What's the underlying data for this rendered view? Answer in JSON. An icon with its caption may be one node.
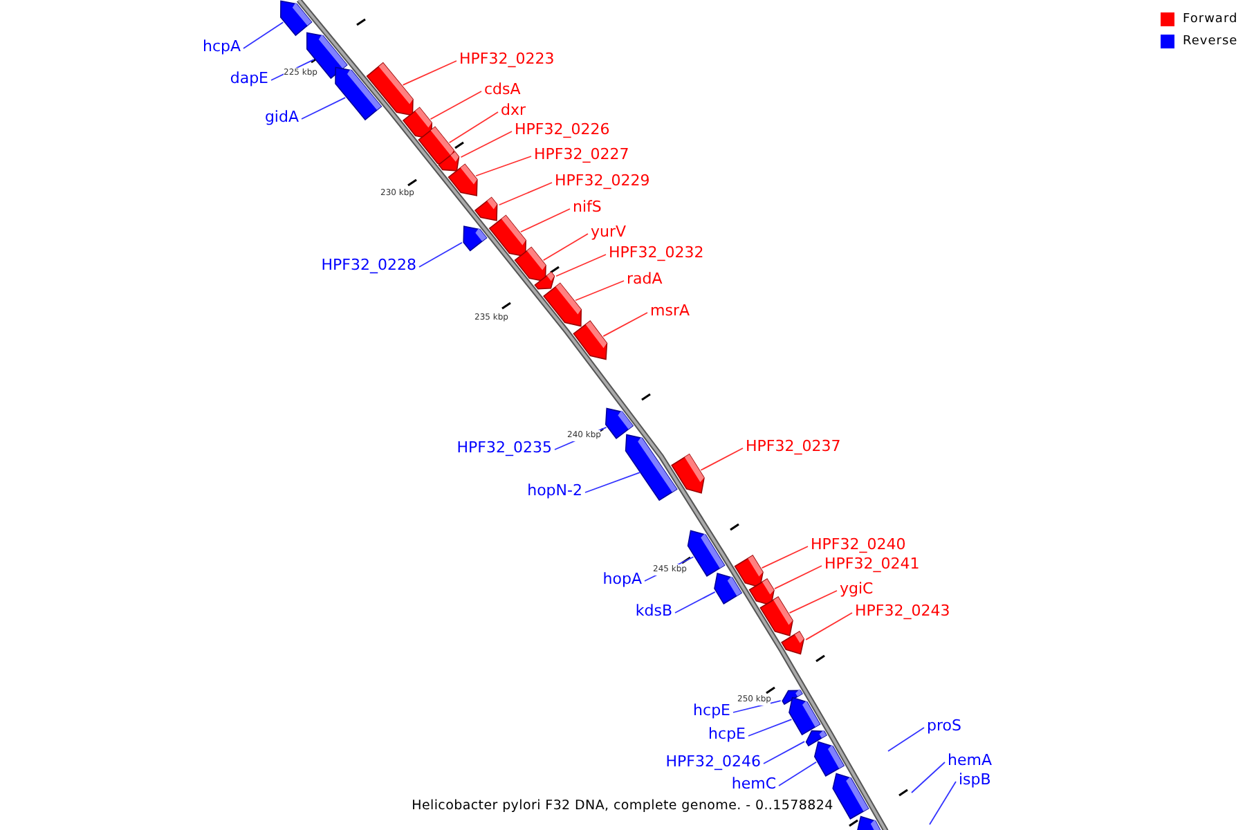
{
  "diagram": {
    "caption": "Helicobacter pylori F32 DNA, complete genome. - 0..1578824",
    "nodes": [
      {
        "text": [
          "hcpA"
        ]
      },
      {
        "text": [
          "HPF32_0223"
        ]
      },
      {
        "text": [
          "dapE"
        ]
      },
      {
        "text": [
          "cdsA"
        ]
      },
      {
        "text": [
          "dxr"
        ]
      },
      {
        "text": [
          "gidA"
        ]
      },
      {
        "text": [
          "HPF32_0226"
        ]
      },
      {
        "text": [
          "HPF32_0227"
        ]
      },
      {
        "text": [
          "HPF32_0229"
        ]
      },
      {
        "text": [
          "nifS"
        ]
      },
      {
        "text": [
          "yurV"
        ]
      },
      {
        "text": [
          "HPF32_0232"
        ]
      },
      {
        "text": [
          "HPF32_0228"
        ]
      },
      {
        "text": [
          "radA"
        ]
      },
      {
        "text": [
          "msrA"
        ]
      },
      {
        "text": [
          "HPF32_0237"
        ]
      },
      {
        "text": [
          "HPF32_0235"
        ]
      },
      {
        "text": [
          "hopN-2"
        ]
      },
      {
        "text": [
          "HPF32_0240"
        ]
      },
      {
        "text": [
          "HPF32_0241"
        ]
      },
      {
        "text": [
          "hopA"
        ]
      },
      {
        "text": [
          "ygiC"
        ]
      },
      {
        "text": [
          "kdsB"
        ]
      },
      {
        "text": [
          "HPF32_0243"
        ]
      },
      {
        "text": [
          "hcpE"
        ]
      },
      {
        "text": [
          "proS"
        ]
      },
      {
        "text": [
          "hcpE"
        ]
      },
      {
        "text": [
          "HPF32_0246"
        ]
      },
      {
        "text": [
          "hemA"
        ]
      },
      {
        "text": [
          "ispB"
        ]
      },
      {
        "text": [
          "hemC"
        ]
      },
      {
        "text": [],
        "shape": "box"
      },
      {
        "text": [],
        "shape": "box"
      },
      {
        "text": [],
        "shape": "box"
      },
      {
        "text": [],
        "shape": "box"
      },
      {
        "text": [],
        "shape": "box"
      },
      {
        "text": [],
        "shape": "box"
      },
      {
        "text": [],
        "shape": "box"
      },
      {
        "text": [],
        "shape": "box"
      },
      {
        "text": [],
        "shape": "box"
      },
      {
        "text": [],
        "shape": "box"
      },
      {
        "text": [],
        "shape": "box"
      },
      {
        "text": [],
        "shape": "box"
      },
      {
        "text": [],
        "shape": "box"
      },
      {
        "text": [],
        "shape": "box"
      },
      {
        "text": [],
        "shape": "box"
      },
      {
        "text": [],
        "shape": "box"
      },
      {
        "text": [],
        "shape": "box"
      },
      {
        "text": [],
        "shape": "box"
      },
      {
        "text": [],
        "shape": "box"
      },
      {
        "text": [],
        "shape": "box"
      },
      {
        "text": [],
        "shape": "box"
      },
      {
        "text": [],
        "shape": "box"
      },
      {
        "text": [],
        "shape": "box"
      },
      {
        "text": [],
        "shape": "box"
      },
      {
        "text": [],
        "shape": "box"
      },
      {
        "text": [],
        "shape": "box"
      },
      {
        "text": [],
        "shape": "box"
      },
      {
        "text": [],
        "shape": "box"
      },
      {
        "text": [],
        "shape": "box"
      },
      {
        "text": [],
        "shape": "box"
      }
    ],
    "edges": [
      {
        "from": 0,
        "to": 31,
        "arrow": "none",
        "color": "#3333ff"
      },
      {
        "from": 1,
        "to": 34,
        "arrow": "none"
      },
      {
        "from": 2,
        "to": 32,
        "arrow": "none",
        "color": "#3333ff"
      },
      {
        "from": 3,
        "to": 35,
        "arrow": "none"
      },
      {
        "from": 4,
        "to": 36,
        "arrow": "none"
      },
      {
        "from": 5,
        "to": 33,
        "arrow": "none",
        "color": "#3333ff"
      },
      {
        "from": 6,
        "to": 37,
        "arrow": "none"
      },
      {
        "from": 7,
        "to": 38,
        "arrow": "none"
      },
      {
        "from": 8,
        "to": 39,
        "arrow": "none"
      },
      {
        "from": 9,
        "to": 41,
        "arrow": "none"
      },
      {
        "from": 10,
        "to": 42,
        "arrow": "none"
      },
      {
        "from": 11,
        "to": 43,
        "arrow": "none"
      },
      {
        "from": 12,
        "to": 40,
        "arrow": "none",
        "color": "#3333ff"
      },
      {
        "from": 13,
        "to": 44,
        "arrow": "none"
      },
      {
        "from": 14,
        "to": 45,
        "arrow": "none"
      },
      {
        "from": 15,
        "to": 48,
        "arrow": "none"
      },
      {
        "from": 16,
        "to": 46,
        "arrow": "none",
        "color": "#3333ff"
      },
      {
        "from": 17,
        "to": 47,
        "arrow": "none",
        "color": "#3333ff"
      },
      {
        "from": 18,
        "to": 51,
        "arrow": "none"
      },
      {
        "from": 19,
        "to": 52,
        "arrow": "none"
      },
      {
        "from": 20,
        "to": 49,
        "arrow": "none",
        "color": "#3333ff"
      },
      {
        "from": 21,
        "to": 53,
        "arrow": "none"
      },
      {
        "from": 22,
        "to": 50,
        "arrow": "none",
        "color": "#3333ff"
      },
      {
        "from": 23,
        "to": 54,
        "arrow": "none"
      },
      {
        "from": 24,
        "to": 55,
        "arrow": "none",
        "color": "#3333ff"
      },
      {
        "from": 25,
        "to": null,
        "arrow": "none",
        "color": "#3333ff"
      },
      {
        "from": 26,
        "to": 56,
        "arrow": "none",
        "color": "#3333ff"
      },
      {
        "from": 27,
        "to": 57,
        "arrow": "none",
        "color": "#3333ff"
      },
      {
        "from": 28,
        "to": null,
        "arrow": "none",
        "color": "#3333ff"
      },
      {
        "from": 29,
        "to": null,
        "arrow": "none",
        "color": "#3333ff"
      },
      {
        "from": 30,
        "to": 58,
        "arrow": "none",
        "color": "#3333ff"
      }
    ],
    "labels": [
      "225 kbp",
      "230 kbp",
      "235 kbp",
      "240 kbp",
      "245 kbp",
      "250 kbp"
    ],
    "legend": [
      {
        "text": "Forward",
        "color": "#ff0000"
      },
      {
        "text": "Reverse",
        "color": "#0000ff"
      }
    ]
  }
}
